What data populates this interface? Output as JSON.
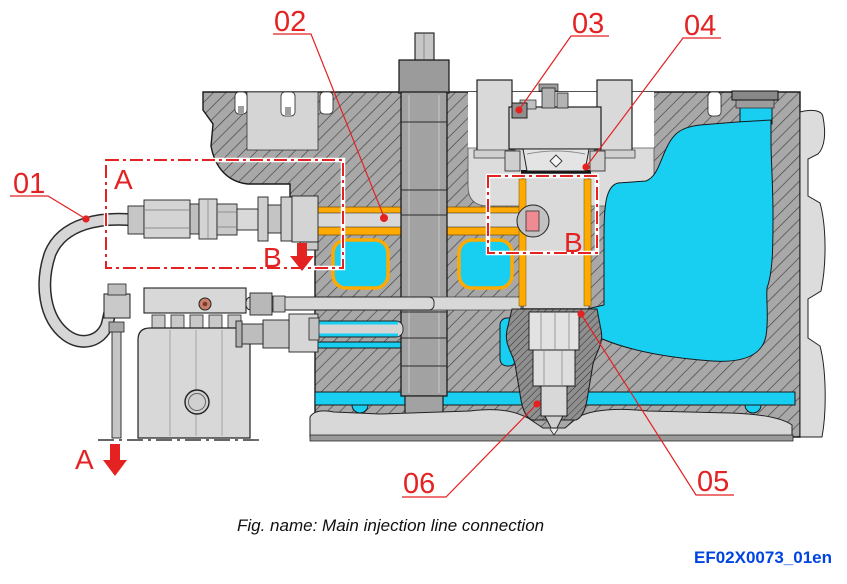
{
  "figure": {
    "caption": "Fig. name: Main injection line connection",
    "doc_code": "EF02X0073_01en"
  },
  "callouts": [
    {
      "id": "01"
    },
    {
      "id": "02"
    },
    {
      "id": "03"
    },
    {
      "id": "04"
    },
    {
      "id": "05"
    },
    {
      "id": "06"
    }
  ],
  "view_markers": [
    {
      "text": "A"
    },
    {
      "text": "B"
    },
    {
      "text": "B"
    },
    {
      "text": "A"
    }
  ],
  "colors": {
    "annotation_red": "#e42222",
    "coolant_cyan": "#18cff2",
    "line_orange": "#ffaa00",
    "doc_code_blue": "#0044e1",
    "block_gray": "#a8a8a8"
  }
}
